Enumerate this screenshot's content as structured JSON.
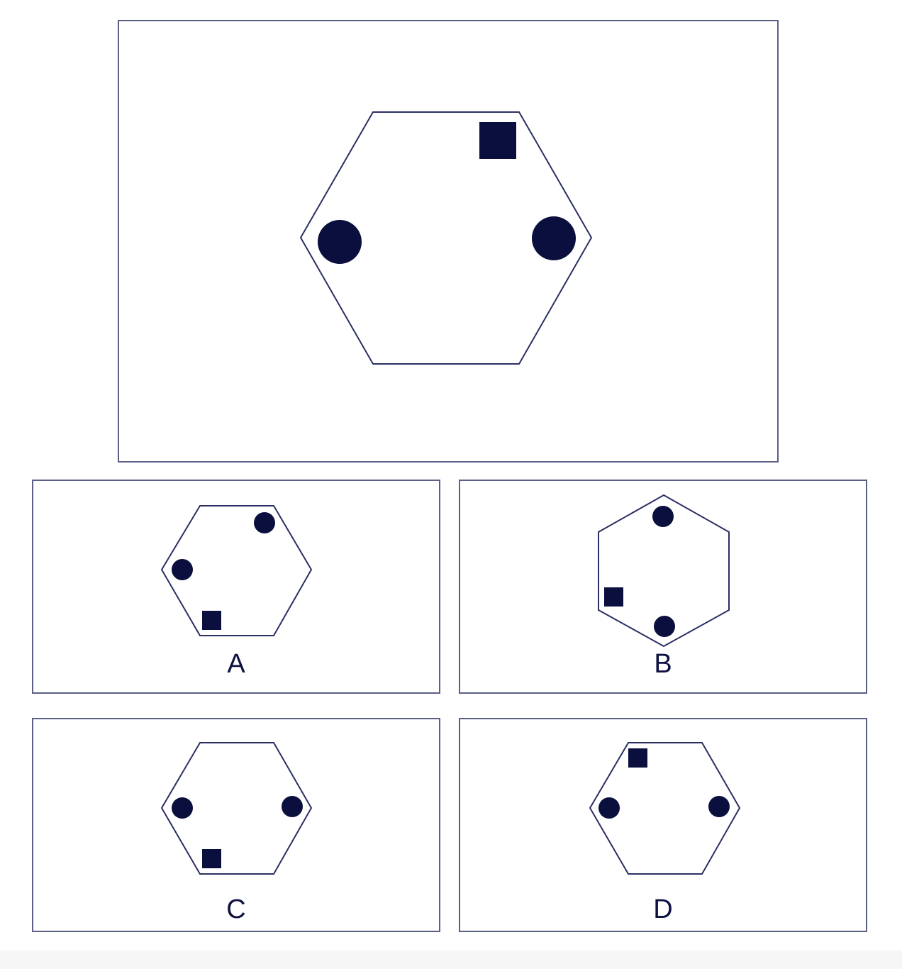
{
  "colors": {
    "frame": "#5b5f85",
    "outline": "#2b2f63",
    "fill": "#0a0f3d",
    "text": "#0d1240"
  },
  "question": {
    "shapes": [
      "hexagon",
      "square",
      "circle",
      "circle"
    ]
  },
  "options": [
    {
      "label": "A",
      "shapes": [
        "hexagon",
        "circle",
        "circle",
        "square"
      ]
    },
    {
      "label": "B",
      "shapes": [
        "hexagon",
        "circle",
        "square",
        "circle"
      ]
    },
    {
      "label": "C",
      "shapes": [
        "hexagon",
        "circle",
        "circle",
        "square"
      ]
    },
    {
      "label": "D",
      "shapes": [
        "hexagon",
        "square",
        "circle",
        "circle"
      ]
    }
  ]
}
